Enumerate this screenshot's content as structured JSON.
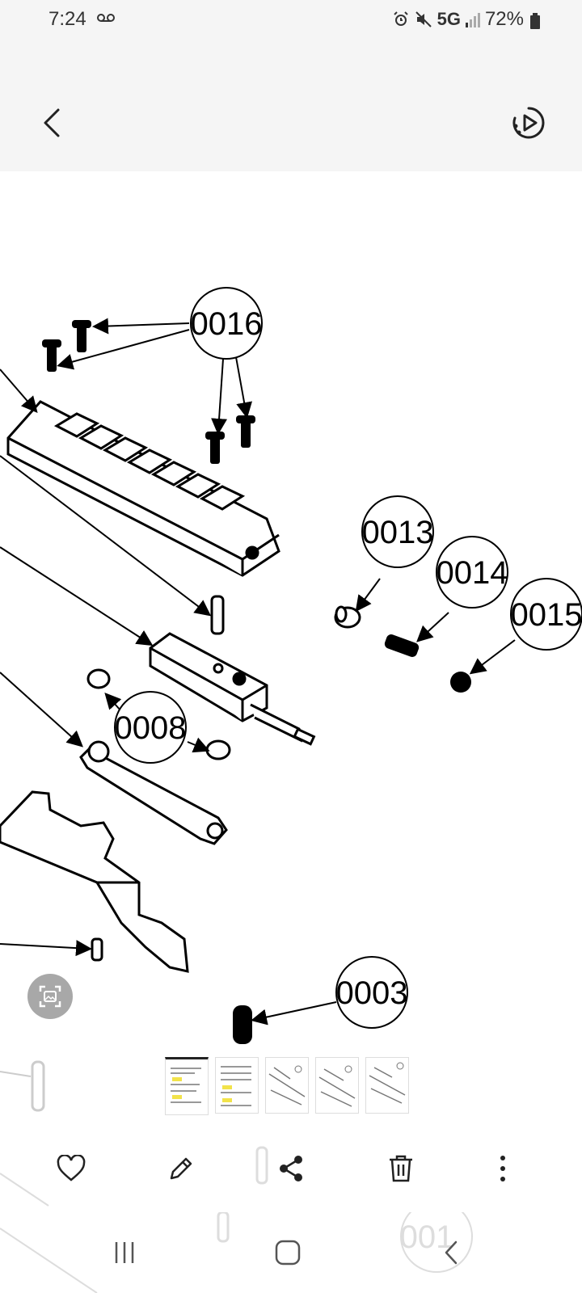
{
  "status_bar": {
    "time": "7:24",
    "network": "5G",
    "battery": "72%",
    "icons": [
      "voicemail-icon",
      "alarm-icon",
      "mute-icon",
      "signal-icon",
      "battery-icon"
    ]
  },
  "top_bar": {
    "back_icon": "chevron-left-icon",
    "motion_icon": "motion-photo-play-icon"
  },
  "diagram": {
    "callouts": [
      {
        "id": "c16",
        "label": "0016"
      },
      {
        "id": "c13",
        "label": "0013"
      },
      {
        "id": "c14",
        "label": "0014"
      },
      {
        "id": "c15",
        "label": "0015"
      },
      {
        "id": "c08",
        "label": "0008"
      },
      {
        "id": "c03",
        "label": "0003"
      },
      {
        "id": "c01",
        "label": "001"
      }
    ]
  },
  "scan_button": {
    "icon": "scan-image-icon"
  },
  "thumbnails": {
    "count": 5,
    "active_index": 0,
    "items": [
      "thumbnail-1",
      "thumbnail-2",
      "thumbnail-3",
      "thumbnail-4",
      "thumbnail-5"
    ]
  },
  "actions": {
    "favorite_icon": "heart-icon",
    "edit_icon": "pencil-icon",
    "share_icon": "share-icon",
    "delete_icon": "trash-icon",
    "more_icon": "more-vertical-icon"
  },
  "nav_bar": {
    "recents_icon": "recents-icon",
    "home_icon": "home-icon",
    "back_icon": "back-icon"
  },
  "colors": {
    "bar_background": "#f5f5f5",
    "scan_button": "#a8a8a8",
    "highlight_yellow": "#f2e34a"
  }
}
